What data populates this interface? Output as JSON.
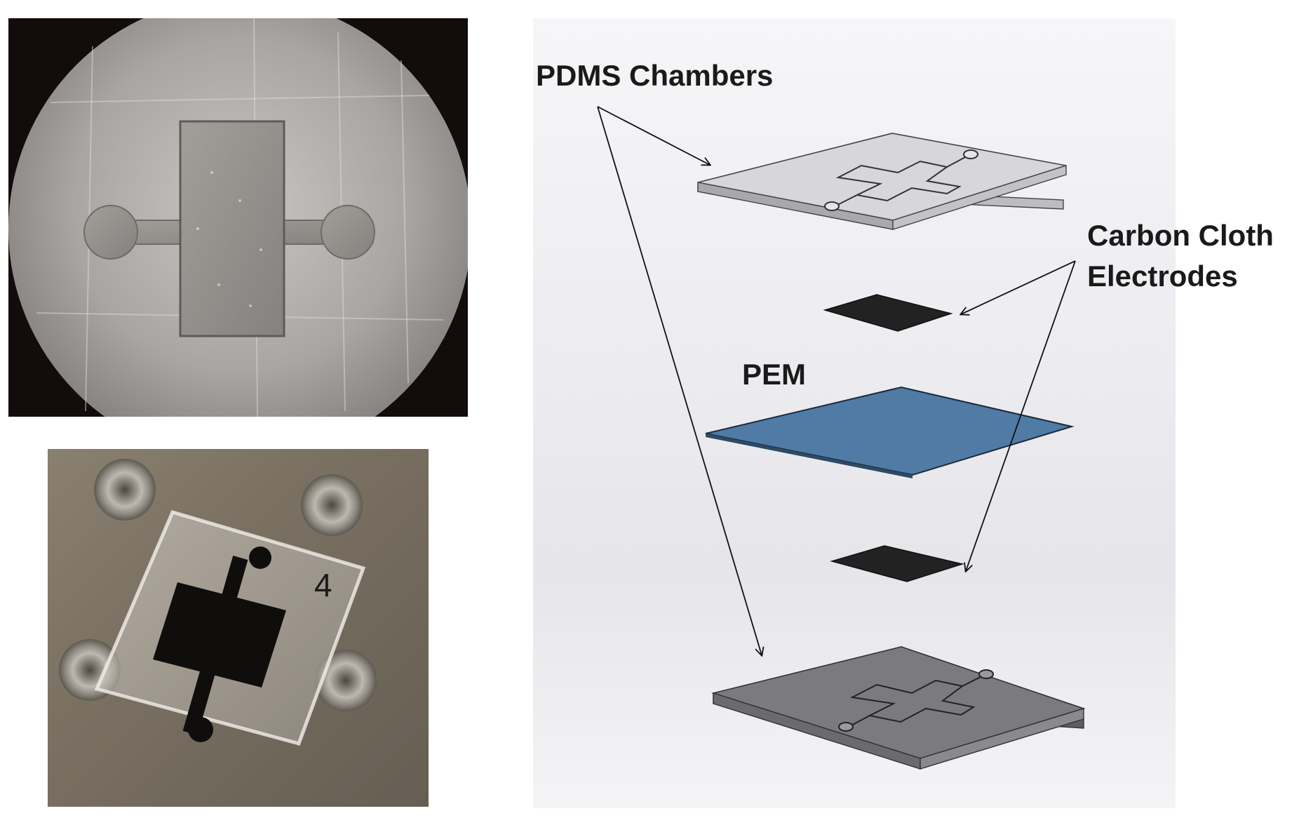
{
  "labels": {
    "pdms_chambers": "PDMS Chambers",
    "carbon_cloth_line1": "Carbon Cloth",
    "carbon_cloth_line2": "Electrodes",
    "pem": "PEM",
    "device_number": "4"
  },
  "colors": {
    "pem_fill": "#4f7ba5",
    "electrode_fill": "#222222",
    "top_chamber_fill": "#d7d7db",
    "bottom_chamber_fill": "#7b7b7f",
    "arrow_stroke": "#111111"
  },
  "icons": {
    "screw_hole": "threaded-insert-icon"
  }
}
